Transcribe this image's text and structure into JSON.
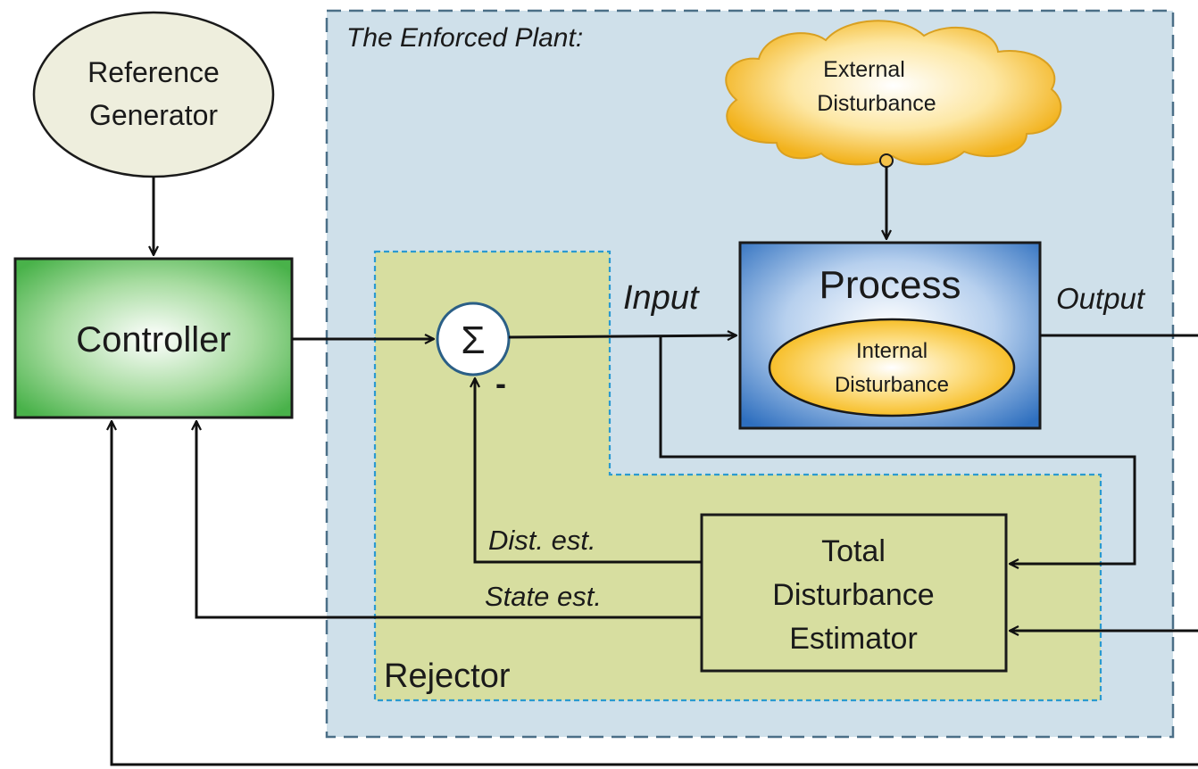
{
  "enforced_plant": {
    "title": "The Enforced Plant:"
  },
  "reference_generator": {
    "line1": "Reference",
    "line2": "Generator"
  },
  "controller": {
    "label": "Controller"
  },
  "sum_junction": {
    "symbol": "Σ",
    "minus_sign": "-"
  },
  "process": {
    "label": "Process"
  },
  "internal_disturbance": {
    "line1": "Internal",
    "line2": "Disturbance"
  },
  "external_disturbance": {
    "line1": "External",
    "line2": "Disturbance"
  },
  "rejector": {
    "label": "Rejector"
  },
  "estimator": {
    "line1": "Total",
    "line2": "Disturbance",
    "line3": "Estimator"
  },
  "signals": {
    "input": "Input",
    "output": "Output",
    "dist_est": "Dist. est.",
    "state_est": "State est."
  },
  "colors": {
    "plant_fill": "#cfe0ea",
    "rejector_fill": "#d7dea0",
    "controller_green": "#49b24a",
    "process_blue": "#2e6fbf",
    "disturbance_orange": "#f4b000"
  }
}
